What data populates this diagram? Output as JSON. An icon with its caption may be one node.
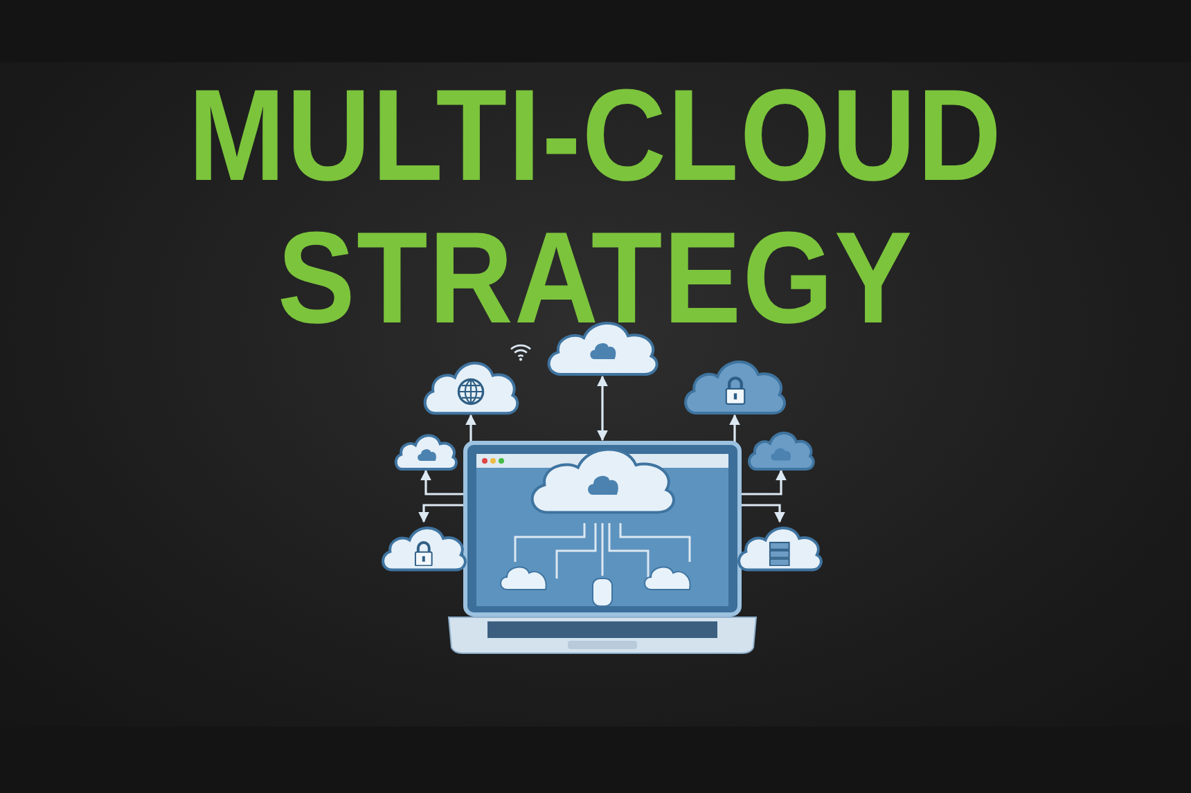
{
  "diagram": {
    "title": "MULTI-CLOUD STRATEGY",
    "nodes": [
      {
        "text": [],
        "shape": "picture"
      },
      {
        "text": [],
        "shape": "cloud",
        "in": 0
      },
      {
        "text": [],
        "shape": "cloud"
      },
      {
        "text": [],
        "shape": "cloud"
      },
      {
        "text": [],
        "shape": "cloud"
      },
      {
        "text": [],
        "shape": "cloud"
      },
      {
        "text": [],
        "shape": "cloud"
      },
      {
        "text": [],
        "shape": "cloud"
      },
      {
        "text": [],
        "shape": "cloud"
      }
    ],
    "edges": [
      {
        "from": 1,
        "to": 2,
        "arrow": "both"
      },
      {
        "from": 1,
        "to": 3,
        "arrow": "both"
      },
      {
        "from": 1,
        "to": 4,
        "arrow": "both"
      },
      {
        "from": 1,
        "to": 5,
        "arrow": "both"
      },
      {
        "from": 1,
        "to": 6,
        "arrow": "both"
      },
      {
        "from": 1,
        "to": 7,
        "arrow": "both"
      },
      {
        "from": 1,
        "to": 8,
        "arrow": "both"
      }
    ]
  }
}
